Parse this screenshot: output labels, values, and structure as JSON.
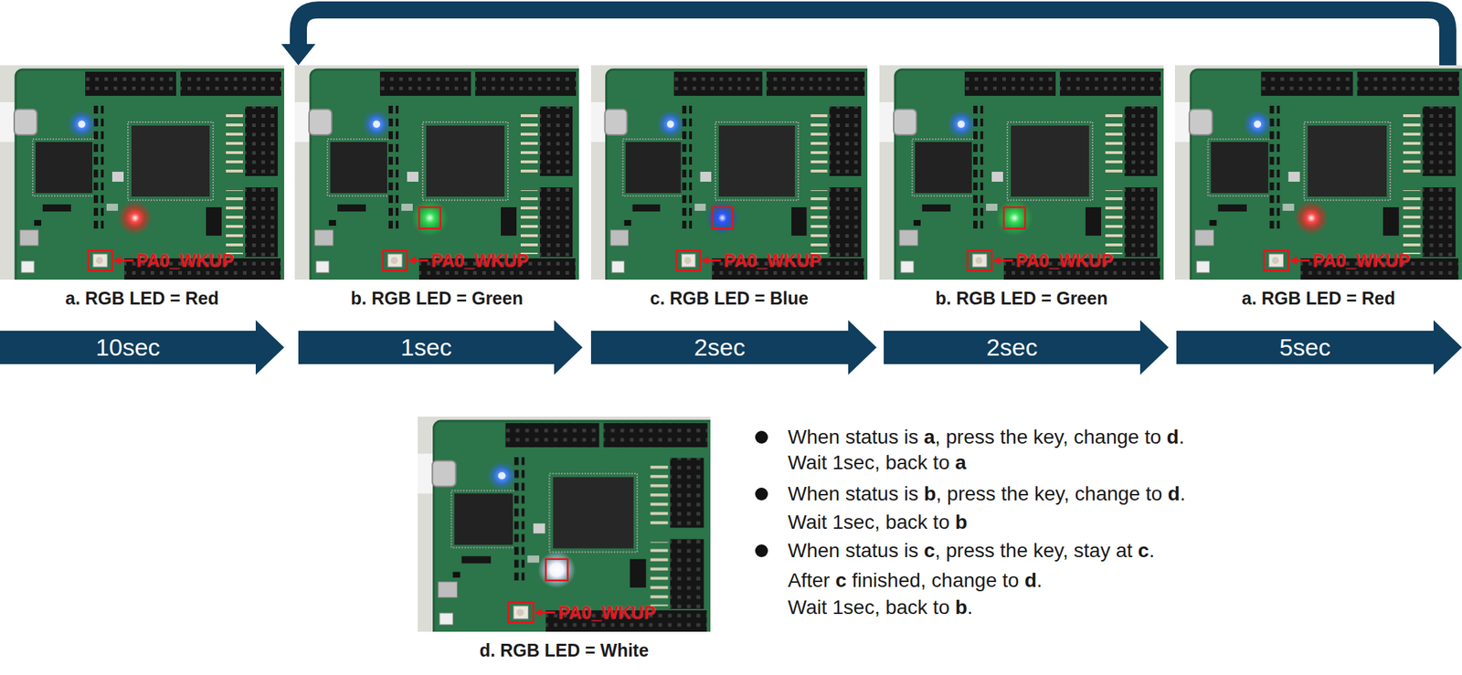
{
  "diagram": {
    "nodes": [
      {
        "text": [
          "PA0_WKUP",
          "a. RGB LED = Red"
        ]
      },
      {
        "text": [
          "PA0_WKUP",
          "b. RGB LED = Green"
        ]
      },
      {
        "text": [
          "PA0_WKUP",
          "c. RGB LED = Blue"
        ]
      },
      {
        "text": [
          "PA0_WKUP",
          "b. RGB LED = Green"
        ]
      },
      {
        "text": [
          "PA0_WKUP",
          "a. RGB LED = Red"
        ]
      },
      {
        "text": [
          "10sec"
        ]
      },
      {
        "text": [
          "1sec"
        ]
      },
      {
        "text": [
          "2sec"
        ]
      },
      {
        "text": [
          "2sec"
        ]
      },
      {
        "text": [
          "5sec"
        ]
      },
      {
        "text": [
          "PA0_WKUP",
          "d. RGB LED = White"
        ]
      }
    ],
    "edges": [
      {
        "from": 4,
        "to": 1,
        "arrow": "to"
      }
    ],
    "labels": [
      "When status is a, press the key, change to d.",
      "Wait 1sec, back to a",
      "When status is b, press the key, change to d.",
      "Wait 1sec, back to b",
      "When status is c, press the key, stay at c.",
      "After c finished, change to d.",
      "Wait 1sec, back to b."
    ]
  }
}
